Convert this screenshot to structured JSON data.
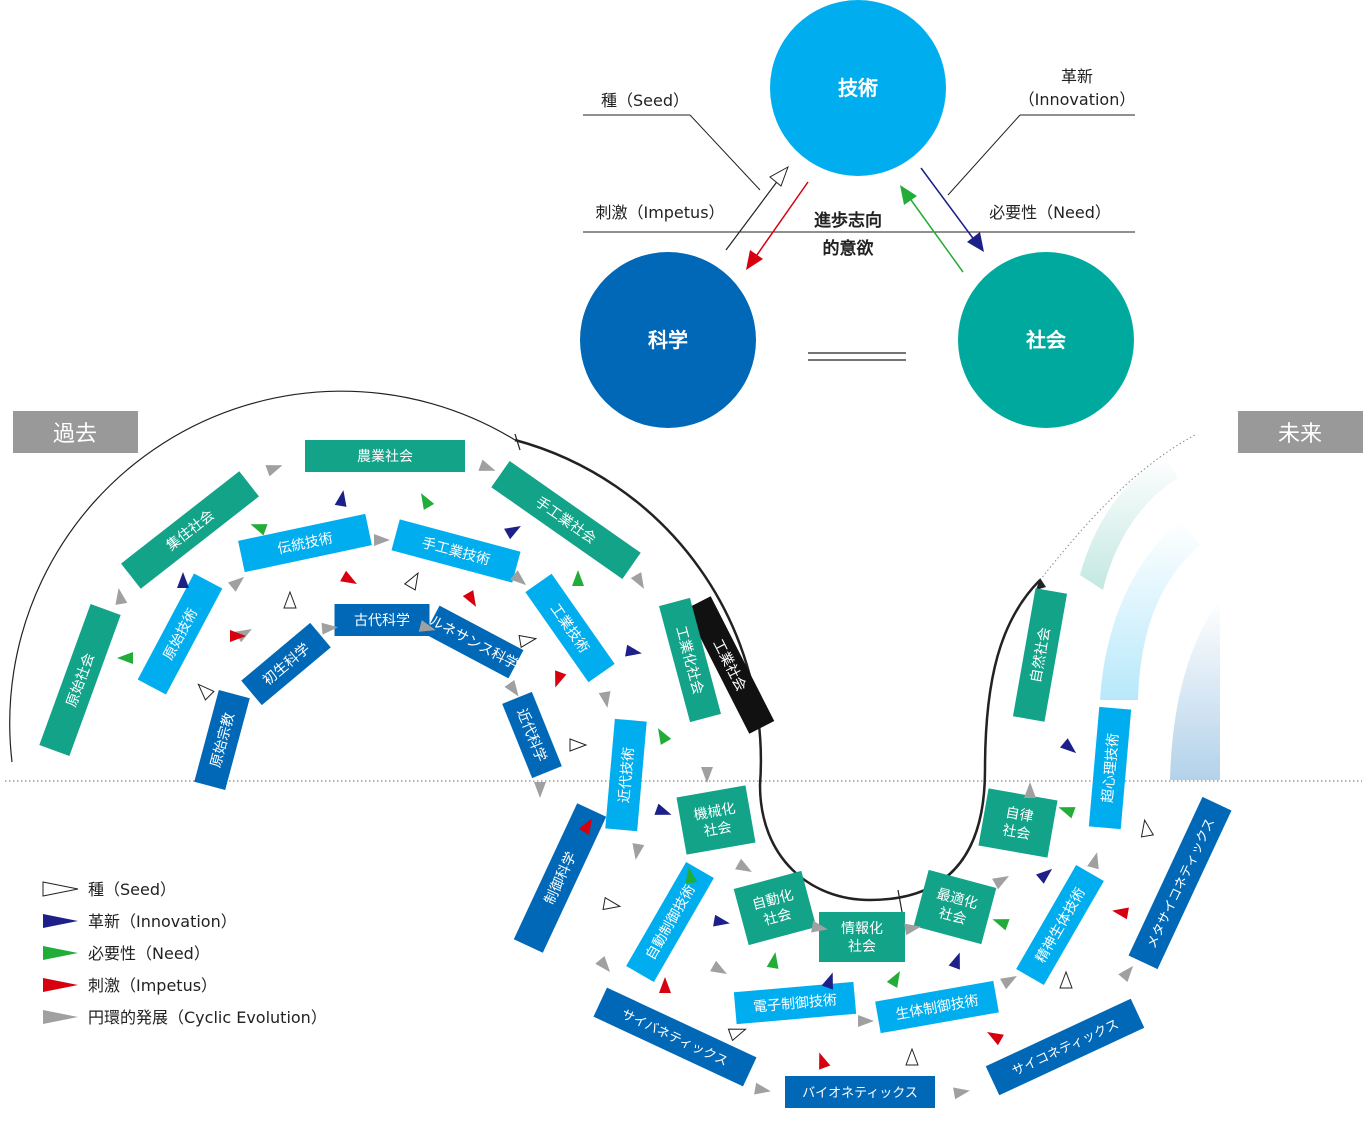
{
  "top_diagram": {
    "circles": {
      "gijutsu": "技術",
      "kagaku": "科学",
      "shakai": "社会"
    },
    "center_label_line1": "進歩志向",
    "center_label_line2": "的意欲",
    "labels": {
      "seed": "種（Seed）",
      "impetus": "刺激（Impetus）",
      "innovation_line1": "革新",
      "innovation_line2": "（Innovation）",
      "need": "必要性（Need）"
    },
    "colors": {
      "gijutsu": "#00aeef",
      "kagaku": "#0068b7",
      "shakai": "#00a99d",
      "seed_arrow": "#ffffff",
      "impetus_arrow": "#d7000f",
      "innovation_arrow": "#1d2088",
      "need_arrow": "#22ac38"
    }
  },
  "tags": {
    "past": "過去",
    "future": "未来"
  },
  "industrial_band_label": "工業社会",
  "segments": {
    "society": [
      "原始社会",
      "集住社会",
      "農業社会",
      "手工業社会",
      "工業化社会",
      "機械化社会",
      "自動化社会",
      "情報化社会",
      "最適化社会",
      "自律社会",
      "自然社会"
    ],
    "technology": [
      "原始技術",
      "伝統技術",
      "手工業技術",
      "工業技術",
      "近代技術",
      "自動制御技術",
      "電子制御技術",
      "生体制御技術",
      "精神生体技術",
      "超心理技術"
    ],
    "science": [
      "原始宗教",
      "初生科学",
      "古代科学",
      "ルネサンス科学",
      "近代科学",
      "制御科学",
      "サイバネティックス",
      "バイオネティックス",
      "サイコネティックス",
      "メタサイコネティックス"
    ]
  },
  "legend": [
    {
      "label": "種（Seed）",
      "color": "#ffffff"
    },
    {
      "label": "革新（Innovation）",
      "color": "#1d2088"
    },
    {
      "label": "必要性（Need）",
      "color": "#22ac38"
    },
    {
      "label": "刺激（Impetus）",
      "color": "#d7000f"
    },
    {
      "label": "円環的発展（Cyclic Evolution）",
      "color": "#a0a0a0"
    }
  ],
  "ring_colors": {
    "society": "#12a389",
    "technology": "#00aeef",
    "science": "#0068b7",
    "cyclic": "#a0a0a0"
  }
}
